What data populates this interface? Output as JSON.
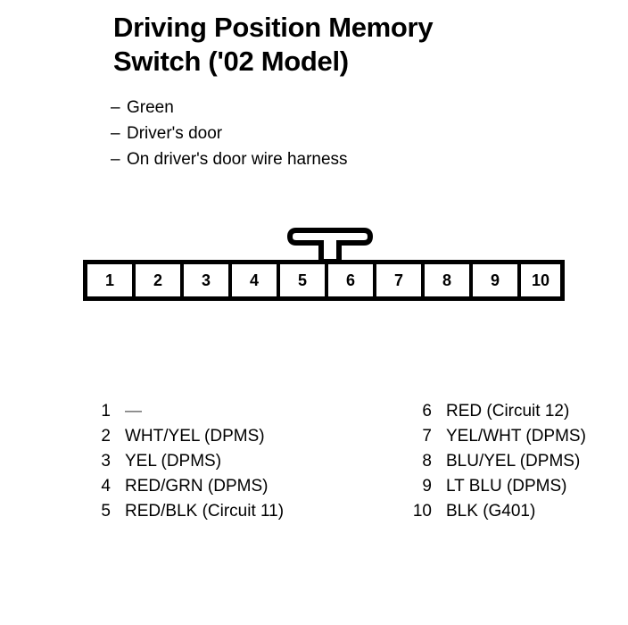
{
  "title": {
    "line1": "Driving Position Memory",
    "line2": "Switch ('02 Model)"
  },
  "description": {
    "dash": "–",
    "items": [
      {
        "text": "Green"
      },
      {
        "text": "Driver's door"
      },
      {
        "text": "On driver's door wire harness"
      }
    ]
  },
  "connector": {
    "pins": [
      {
        "number": "1"
      },
      {
        "number": "2"
      },
      {
        "number": "3"
      },
      {
        "number": "4"
      },
      {
        "number": "5"
      },
      {
        "number": "6"
      },
      {
        "number": "7"
      },
      {
        "number": "8"
      },
      {
        "number": "9"
      },
      {
        "number": "10"
      }
    ],
    "locking_tab_between": "5-6",
    "outline_color": "#000000",
    "cavity_color": "#ffffff"
  },
  "legend": {
    "left": [
      {
        "number": "1",
        "label": "—"
      },
      {
        "number": "2",
        "label": "WHT/YEL (DPMS)"
      },
      {
        "number": "3",
        "label": "YEL (DPMS)"
      },
      {
        "number": "4",
        "label": "RED/GRN (DPMS)"
      },
      {
        "number": "5",
        "label": "RED/BLK (Circuit 11)"
      }
    ],
    "right": [
      {
        "number": "6",
        "label": "RED (Circuit 12)"
      },
      {
        "number": "7",
        "label": "YEL/WHT (DPMS)"
      },
      {
        "number": "8",
        "label": "BLU/YEL (DPMS)"
      },
      {
        "number": "9",
        "label": "LT BLU (DPMS)"
      },
      {
        "number": "10",
        "label": "BLK (G401)"
      }
    ]
  }
}
